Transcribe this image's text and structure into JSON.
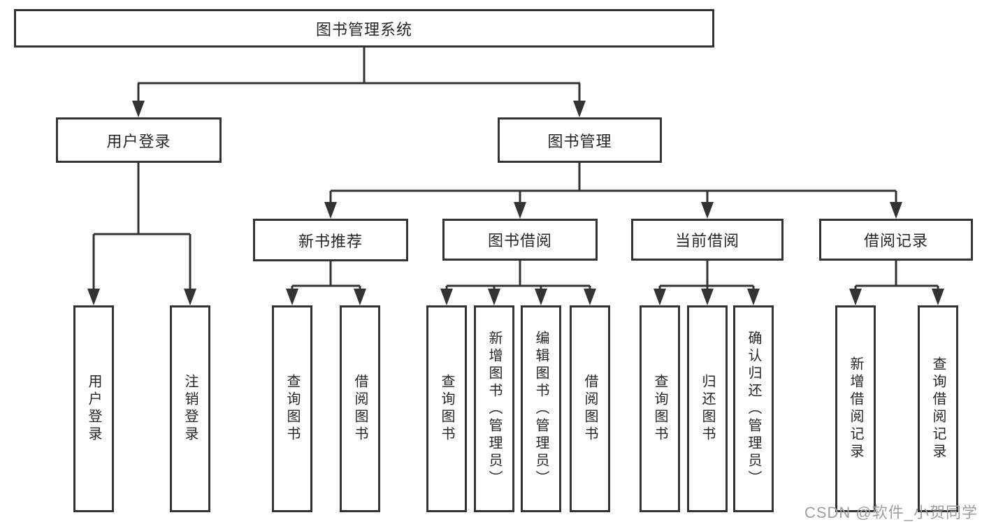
{
  "diagram_type": "functional-structure-tree",
  "colors": {
    "line": "#333333",
    "node_border": "#333333",
    "node_text": "#262626",
    "background": "#ffffff",
    "watermark_text_color": "#9e9e9e"
  },
  "tree": {
    "label": "图书管理系统",
    "children": [
      {
        "label": "用户登录",
        "children": [
          {
            "label": "用户登录"
          },
          {
            "label": "注销登录"
          }
        ]
      },
      {
        "label": "图书管理",
        "children": [
          {
            "label": "新书推荐",
            "children": [
              {
                "label": "查询图书"
              },
              {
                "label": "借阅图书"
              }
            ]
          },
          {
            "label": "图书借阅",
            "children": [
              {
                "label": "查询图书"
              },
              {
                "label": "新增图书（管理员）"
              },
              {
                "label": "编辑图书（管理员）"
              },
              {
                "label": "借阅图书"
              }
            ]
          },
          {
            "label": "当前借阅",
            "children": [
              {
                "label": "查询图书"
              },
              {
                "label": "归还图书"
              },
              {
                "label": "确认归还（管理员）"
              }
            ]
          },
          {
            "label": "借阅记录",
            "children": [
              {
                "label": "新增借阅记录"
              },
              {
                "label": "查询借阅记录"
              }
            ]
          }
        ]
      }
    ]
  },
  "watermark": {
    "text": "CSDN @软件_小贺同学"
  }
}
